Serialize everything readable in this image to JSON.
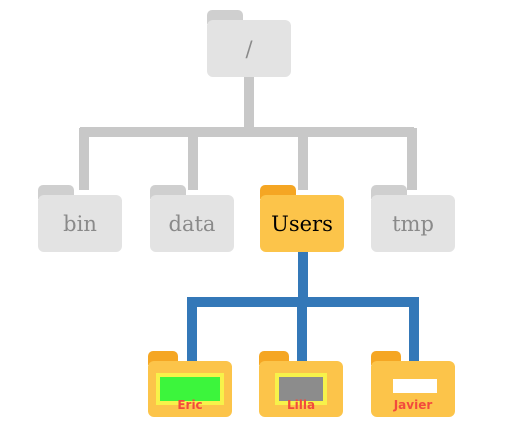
{
  "tree": {
    "root": {
      "label": "/"
    },
    "level1": [
      {
        "label": "bin",
        "highlight": false
      },
      {
        "label": "data",
        "highlight": false
      },
      {
        "label": "Users",
        "highlight": true
      },
      {
        "label": "tmp",
        "highlight": false
      }
    ],
    "users": [
      {
        "label": "Eric",
        "thumb_color": "#3cf53c"
      },
      {
        "label": "Lilla",
        "thumb_color": "#8c8c8c"
      },
      {
        "label": "Javier",
        "thumb_color": "#ffffff"
      }
    ]
  },
  "colors": {
    "grey_connector": "#c8c8c8",
    "blue_connector": "#3478b8",
    "folder_grey": "#e3e3e3",
    "folder_gold": "#fcc44a",
    "label_red": "#f24a3d"
  }
}
